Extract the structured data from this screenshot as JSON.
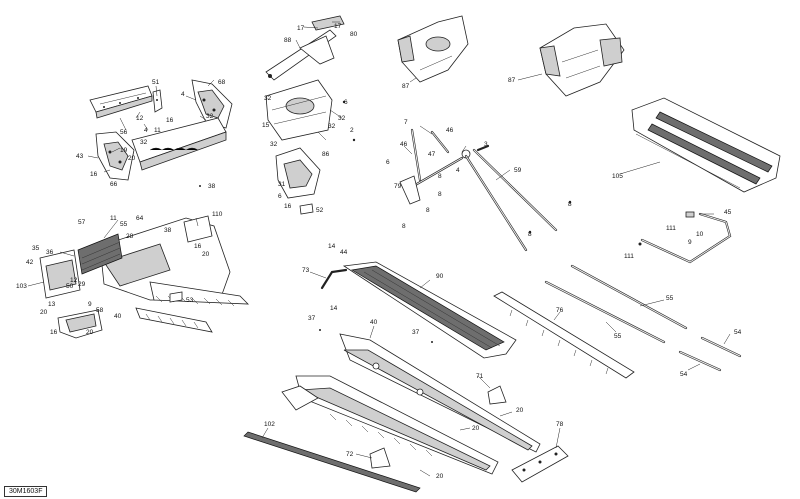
{
  "diagram": {
    "ref_code": "30M1603F",
    "callouts": [
      {
        "id": "c17a",
        "text": "17"
      },
      {
        "id": "c17b",
        "text": "17"
      },
      {
        "id": "c80",
        "text": "80"
      },
      {
        "id": "c88",
        "text": "88"
      },
      {
        "id": "c87a",
        "text": "87"
      },
      {
        "id": "c87b",
        "text": "87"
      },
      {
        "id": "c51",
        "text": "51"
      },
      {
        "id": "c68",
        "text": "68"
      },
      {
        "id": "c4a",
        "text": "4"
      },
      {
        "id": "c12a",
        "text": "12"
      },
      {
        "id": "c56",
        "text": "56"
      },
      {
        "id": "c16a",
        "text": "16"
      },
      {
        "id": "c11a",
        "text": "11"
      },
      {
        "id": "c4b",
        "text": "4"
      },
      {
        "id": "c32a",
        "text": "32"
      },
      {
        "id": "c32b",
        "text": "32"
      },
      {
        "id": "c32c",
        "text": "32"
      },
      {
        "id": "c32d",
        "text": "32"
      },
      {
        "id": "c32e",
        "text": "32"
      },
      {
        "id": "c32f",
        "text": "32"
      },
      {
        "id": "c43",
        "text": "43"
      },
      {
        "id": "c19",
        "text": "19"
      },
      {
        "id": "c20a",
        "text": "20"
      },
      {
        "id": "c16b",
        "text": "16"
      },
      {
        "id": "c66",
        "text": "66"
      },
      {
        "id": "c38a",
        "text": "38"
      },
      {
        "id": "c6a",
        "text": "6"
      },
      {
        "id": "c15",
        "text": "15"
      },
      {
        "id": "c2",
        "text": "2"
      },
      {
        "id": "c86",
        "text": "86"
      },
      {
        "id": "c31",
        "text": "31"
      },
      {
        "id": "c6b",
        "text": "6"
      },
      {
        "id": "c16c",
        "text": "16"
      },
      {
        "id": "c52",
        "text": "52"
      },
      {
        "id": "c7",
        "text": "7"
      },
      {
        "id": "c46a",
        "text": "46"
      },
      {
        "id": "c46b",
        "text": "46"
      },
      {
        "id": "c3",
        "text": "3"
      },
      {
        "id": "c47",
        "text": "47"
      },
      {
        "id": "c6c",
        "text": "6"
      },
      {
        "id": "c4c",
        "text": "4"
      },
      {
        "id": "c59",
        "text": "59"
      },
      {
        "id": "c79",
        "text": "79"
      },
      {
        "id": "c8a",
        "text": "8"
      },
      {
        "id": "c8b",
        "text": "8"
      },
      {
        "id": "c8c",
        "text": "8"
      },
      {
        "id": "c8d",
        "text": "8"
      },
      {
        "id": "c8e",
        "text": "8"
      },
      {
        "id": "c8f",
        "text": "8"
      },
      {
        "id": "c105",
        "text": "105"
      },
      {
        "id": "c45",
        "text": "45"
      },
      {
        "id": "c111a",
        "text": "111"
      },
      {
        "id": "c111b",
        "text": "111"
      },
      {
        "id": "c10",
        "text": "10"
      },
      {
        "id": "c9a",
        "text": "9"
      },
      {
        "id": "c57",
        "text": "57"
      },
      {
        "id": "c11b",
        "text": "11"
      },
      {
        "id": "c55a",
        "text": "55"
      },
      {
        "id": "c64",
        "text": "64"
      },
      {
        "id": "c28",
        "text": "28"
      },
      {
        "id": "c38b",
        "text": "38"
      },
      {
        "id": "c110",
        "text": "110"
      },
      {
        "id": "c16d",
        "text": "16"
      },
      {
        "id": "c20b",
        "text": "20"
      },
      {
        "id": "c35",
        "text": "35"
      },
      {
        "id": "c36",
        "text": "36"
      },
      {
        "id": "c42",
        "text": "42"
      },
      {
        "id": "c103",
        "text": "103"
      },
      {
        "id": "c50",
        "text": "50"
      },
      {
        "id": "c12b",
        "text": "12"
      },
      {
        "id": "c13",
        "text": "13"
      },
      {
        "id": "c9b",
        "text": "9"
      },
      {
        "id": "c29",
        "text": "29"
      },
      {
        "id": "c20c",
        "text": "20"
      },
      {
        "id": "c58",
        "text": "58"
      },
      {
        "id": "c16e",
        "text": "16"
      },
      {
        "id": "c20d",
        "text": "20"
      },
      {
        "id": "c40a",
        "text": "40"
      },
      {
        "id": "c53",
        "text": "53"
      },
      {
        "id": "c14a",
        "text": "14"
      },
      {
        "id": "c44",
        "text": "44"
      },
      {
        "id": "c73",
        "text": "73"
      },
      {
        "id": "c14b",
        "text": "14"
      },
      {
        "id": "c90",
        "text": "90"
      },
      {
        "id": "c37a",
        "text": "37"
      },
      {
        "id": "c40b",
        "text": "40"
      },
      {
        "id": "c37b",
        "text": "37"
      },
      {
        "id": "c76",
        "text": "76"
      },
      {
        "id": "c55b",
        "text": "55"
      },
      {
        "id": "c55c",
        "text": "55"
      },
      {
        "id": "c54a",
        "text": "54"
      },
      {
        "id": "c54b",
        "text": "54"
      },
      {
        "id": "c71",
        "text": "71"
      },
      {
        "id": "c20e",
        "text": "20"
      },
      {
        "id": "c20f",
        "text": "20"
      },
      {
        "id": "c78",
        "text": "78"
      },
      {
        "id": "c102",
        "text": "102"
      },
      {
        "id": "c72",
        "text": "72"
      },
      {
        "id": "c20g",
        "text": "20"
      }
    ]
  }
}
